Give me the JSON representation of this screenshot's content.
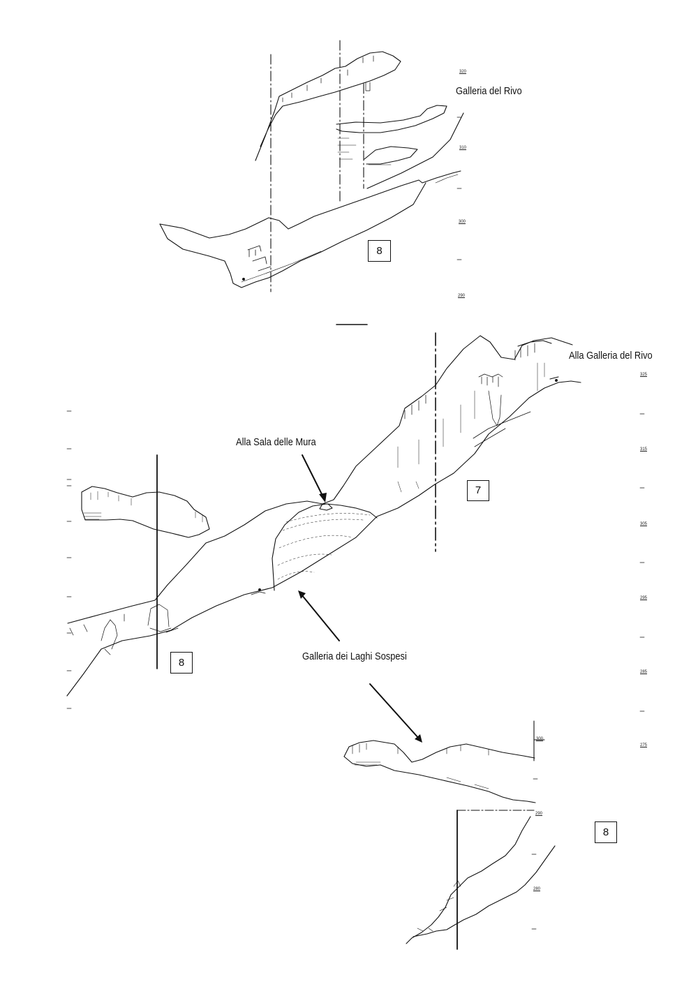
{
  "labels": {
    "galleria_rivo": "Galleria del Rivo",
    "alla_galleria_rivo": "Alla Galleria del Rivo",
    "alla_sala_mura": "Alla Sala delle Mura",
    "galleria_laghi": "Galleria dei Laghi Sospesi"
  },
  "section_markers": {
    "top": "8",
    "middle_right": "7",
    "middle_left": "8",
    "bottom": "8"
  },
  "elevation_scales": {
    "top": [
      "320",
      "310",
      "300",
      "290"
    ],
    "middle": [
      "325",
      "315",
      "305",
      "295",
      "285",
      "275"
    ],
    "bottom": [
      "300",
      "290",
      "280"
    ]
  },
  "colors": {
    "ink": "#111111",
    "paper": "#ffffff"
  }
}
